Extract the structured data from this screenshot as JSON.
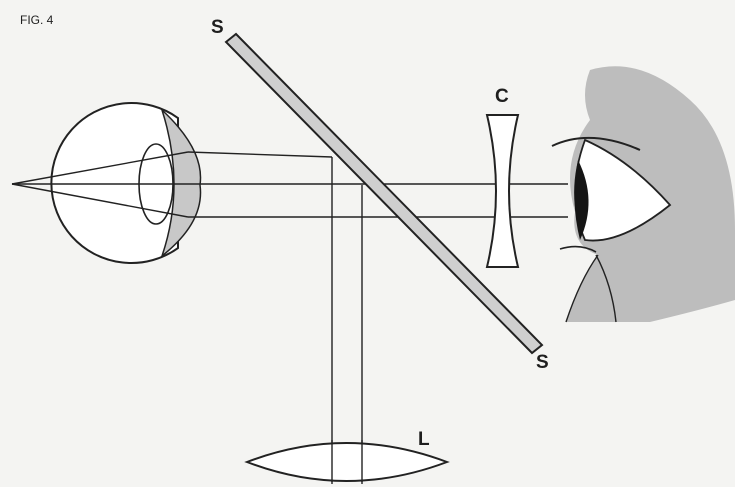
{
  "figure": {
    "title": "FIG. 4",
    "labels": {
      "splitter_top": "S",
      "splitter_bottom": "S",
      "concave_lens": "C",
      "convex_lens": "L"
    }
  },
  "colors": {
    "background": "#f4f4f2",
    "line": "#222222",
    "splitter_fill": "#cfcfcf",
    "eyeball_fill": "#ffffff",
    "cornea_fill": "#c8c8c8",
    "face_fill": "#bdbdbd",
    "iris_fill": "#151515"
  },
  "icons": {
    "left": "observed-eyeball-icon",
    "right": "observer-eye-icon"
  }
}
